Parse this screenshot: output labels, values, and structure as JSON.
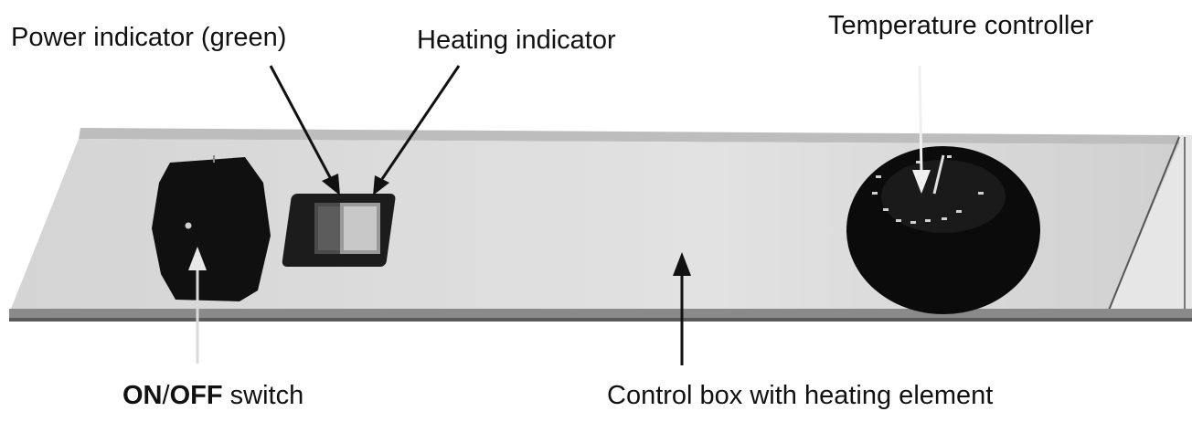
{
  "labels": {
    "power_indicator": "Power indicator (green)",
    "heating_indicator": "Heating indicator",
    "temperature_controller": "Temperature controller",
    "switch_on": "ON",
    "switch_sep": "/",
    "switch_off": "OFF",
    "switch_rest": " switch",
    "control_box": "Control box with heating element"
  },
  "colors": {
    "panel": "#d9d9d9",
    "panel_top": "#c6c6c6",
    "bezel": "#222222",
    "knob": "#0d0d0d",
    "arrow_dark": "#111111",
    "arrow_light": "#f2f2f2"
  }
}
